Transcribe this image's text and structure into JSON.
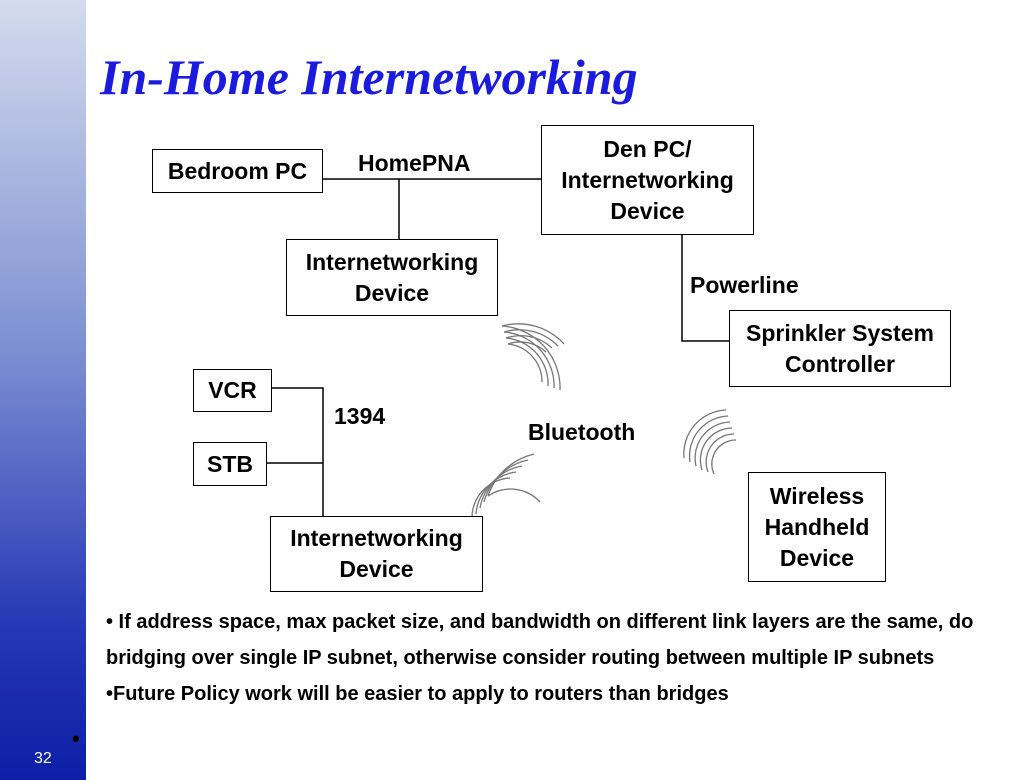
{
  "slide": {
    "title": "In-Home Internetworking",
    "number": "32",
    "corner_mark": "•"
  },
  "diagram": {
    "nodes": {
      "bedroom_pc": "Bedroom PC",
      "den_pc": "Den PC/\nInternetworking\nDevice",
      "homepna_device": "Internetworking\nDevice",
      "sprinkler": "Sprinkler System\nController",
      "vcr": "VCR",
      "stb": "STB",
      "device_1394": "Internetworking\nDevice",
      "wireless": "Wireless\nHandheld\nDevice"
    },
    "links": {
      "homepna": "HomePNA",
      "powerline": "Powerline",
      "ieee1394": "1394",
      "bluetooth": "Bluetooth"
    }
  },
  "bullets": [
    "• If address space, max packet size, and bandwidth on different link layers are the same, do bridging over single IP subnet, otherwise consider routing between multiple IP subnets",
    "•Future Policy work will be easier to apply to routers than bridges"
  ]
}
